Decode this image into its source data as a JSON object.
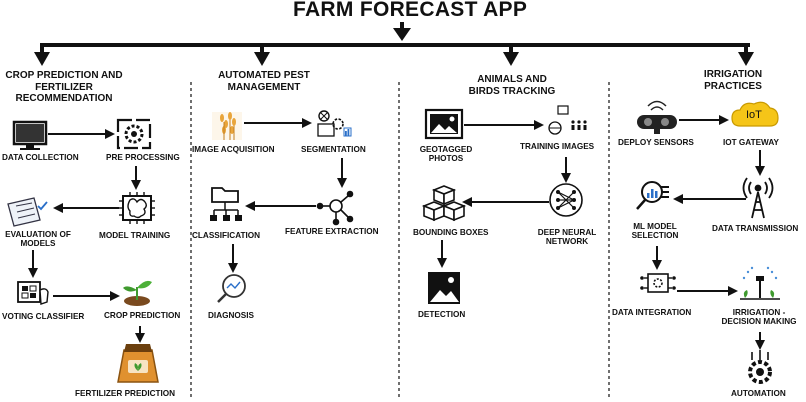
{
  "title": "FARM FORECAST APP",
  "sections": {
    "crop": {
      "heading": [
        "CROP PREDICTION AND",
        "FERTILIZER",
        "RECOMMENDATION"
      ],
      "nodes": {
        "data_collection": "DATA COLLECTION",
        "pre_processing": "PRE PROCESSING",
        "model_training": "MODEL TRAINING",
        "evaluation": [
          "EVALUATION OF",
          "MODELS"
        ],
        "voting_classifier": "VOTING CLASSIFIER",
        "crop_prediction": "CROP PREDICTION",
        "fertilizer_prediction": "FERTILIZER PREDICTION"
      }
    },
    "pest": {
      "heading": [
        "AUTOMATED PEST",
        "MANAGEMENT"
      ],
      "nodes": {
        "image_acquisition": "IMAGE ACQUISITION",
        "segmentation": "SEGMENTATION",
        "feature_extraction": "FEATURE EXTRACTION",
        "classification": "CLASSIFICATION",
        "diagnosis": "DIAGNOSIS"
      }
    },
    "animals": {
      "heading": [
        "ANIMALS AND",
        "BIRDS TRACKING"
      ],
      "nodes": {
        "geotagged_photos": [
          "GEOTAGGED",
          "PHOTOS"
        ],
        "training_images": "TRAINING IMAGES",
        "deep_neural_network": [
          "DEEP NEURAL",
          "NETWORK"
        ],
        "bounding_boxes": "BOUNDING BOXES",
        "detection": "DETECTION"
      }
    },
    "irrigation": {
      "heading": [
        "IRRIGATION",
        "PRACTICES"
      ],
      "nodes": {
        "deploy_sensors": "DEPLOY SENSORS",
        "iot_gateway": "IOT GATEWAY",
        "iot_badge": "IoT",
        "data_transmission": "DATA TRANSMISSION",
        "ml_model_selection": [
          "ML MODEL",
          "SELECTION"
        ],
        "data_integration": "DATA INTEGRATION",
        "irrigation_decision": [
          "IRRIGATION -",
          "DECISION MAKING"
        ],
        "automation": "AUTOMATION"
      }
    }
  },
  "colors": {
    "ink": "#111111",
    "iot_yellow": "#f5c518",
    "bag_orange": "#e0912f",
    "leaf_green": "#3f9a2e",
    "wheat": "#e9a53b"
  }
}
